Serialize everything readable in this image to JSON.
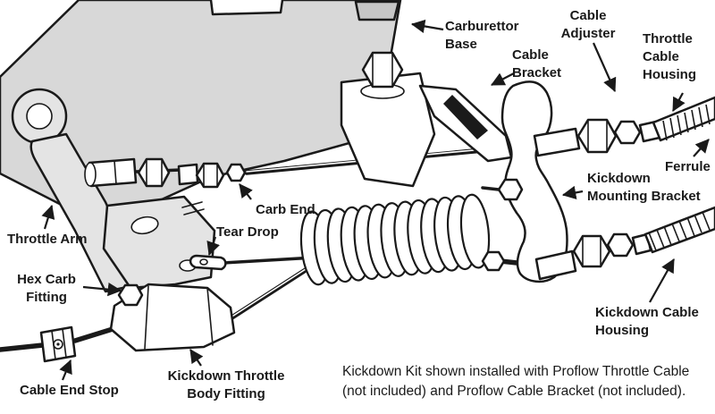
{
  "labels": {
    "carburettor_base": "Carburettor\nBase",
    "cable_adjuster": "Cable\nAdjuster",
    "cable_bracket": "Cable\nBracket",
    "throttle_cable_housing": "Throttle\nCable\nHousing",
    "ferrule": "Ferrule",
    "kickdown_mounting_bracket": "Kickdown\nMounting Bracket",
    "carb_end": "Carb End",
    "tear_drop": "Tear Drop",
    "throttle_arm": "Throttle Arm",
    "hex_carb_fitting": "Hex Carb\nFitting",
    "kickdown_cable_housing": "Kickdown Cable\nHousing",
    "cable_end_stop": "Cable End Stop",
    "kickdown_throttle_body_fitting": "Kickdown Throttle\nBody Fitting"
  },
  "caption": "Kickdown Kit shown installed with Proflow Throttle Cable\n(not included) and Proflow Cable Bracket (not included).",
  "colors": {
    "ink": "#1a1a1a",
    "plate": "#d8d8d8",
    "plate2": "#c6c6c6",
    "arm": "#e4e4e4",
    "paper": "#ffffff"
  }
}
